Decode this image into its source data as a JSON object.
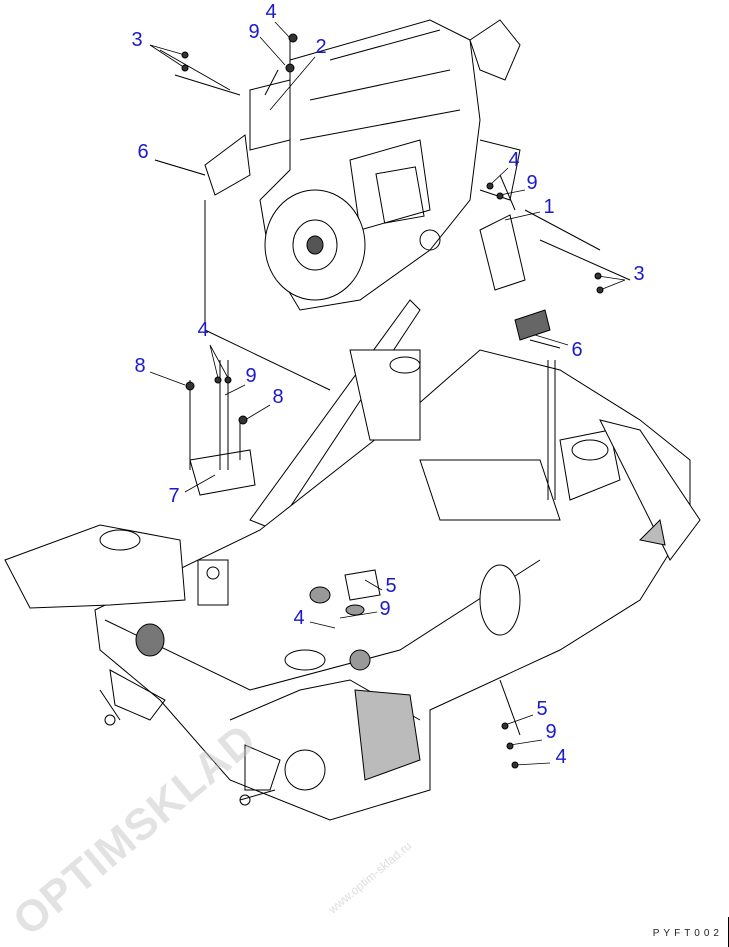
{
  "diagram": {
    "callouts": {
      "c1": "3",
      "c2": "9",
      "c3": "4",
      "c4": "2",
      "c5": "6",
      "c6": "4",
      "c7": "9",
      "c8": "1",
      "c9": "3",
      "c10": "6",
      "c11": "4",
      "c12": "8",
      "c13": "9",
      "c14": "8",
      "c15": "7",
      "c16": "5",
      "c17": "9",
      "c18": "4",
      "c19": "5",
      "c20": "9",
      "c21": "4"
    },
    "drawing_code": "PYFT002",
    "watermark": {
      "brand": "OPTIMSKLAD",
      "url": "www.optim-sklad.ru"
    },
    "colors": {
      "callout": "#1a1acc",
      "line": "#000000"
    }
  }
}
